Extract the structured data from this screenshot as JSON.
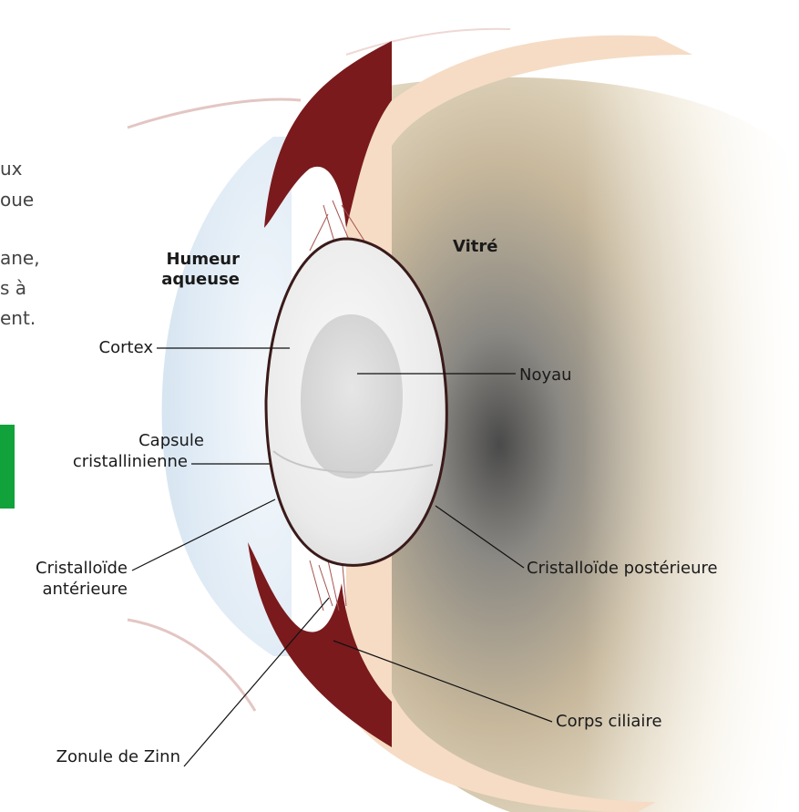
{
  "diagram": {
    "background_fragments": [
      "ux",
      "oue",
      "ane,",
      "s à",
      "ent."
    ],
    "labels": {
      "humeur_line1": "Humeur",
      "humeur_line2": "aqueuse",
      "vitre": "Vitré",
      "cortex": "Cortex",
      "noyau": "Noyau",
      "capsule_line1": "Capsule",
      "capsule_line2": "cristallinienne",
      "cristalloide_ant_line1": "Cristalloïde",
      "cristalloide_ant_line2": "antérieure",
      "cristalloide_post": "Cristalloïde postérieure",
      "corps_ciliaire": "Corps ciliaire",
      "zonule": "Zonule de Zinn"
    },
    "colors": {
      "accent_green": "#12a23c",
      "dark_red": "#7a1a1c",
      "sclera_peach": "#f5dcc4",
      "lens_white": "#eeeeee",
      "cornea_blue": "#d8e6f2"
    }
  }
}
